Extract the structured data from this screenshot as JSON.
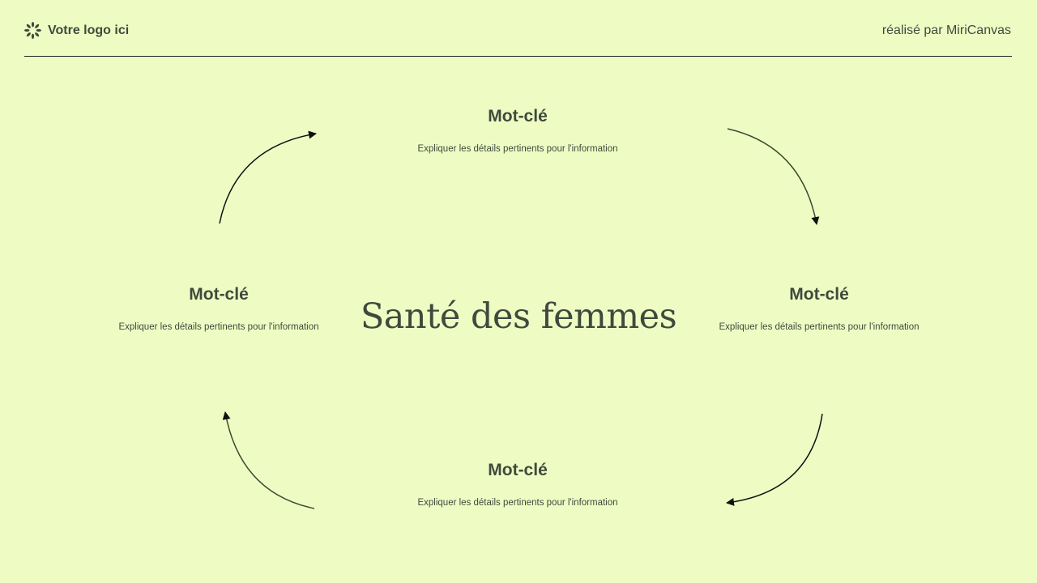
{
  "header": {
    "logo_icon": "sunburst-icon",
    "logo_text": "Votre logo ici",
    "credit": "réalisé par MiriCanvas"
  },
  "diagram": {
    "center_title": "Santé des femmes",
    "nodes": [
      {
        "position": "top",
        "keyword": "Mot-clé",
        "description": "Expliquer les détails pertinents pour l'information"
      },
      {
        "position": "right",
        "keyword": "Mot-clé",
        "description": "Expliquer les détails pertinents pour l'information"
      },
      {
        "position": "bottom",
        "keyword": "Mot-clé",
        "description": "Expliquer les détails pertinents pour l'information"
      },
      {
        "position": "left",
        "keyword": "Mot-clé",
        "description": "Expliquer les détails pertinents pour l'information"
      }
    ],
    "flow": "clockwise"
  },
  "colors": {
    "background": "#eefcc4",
    "text": "#3f4a3c",
    "arrow": "#111111"
  }
}
